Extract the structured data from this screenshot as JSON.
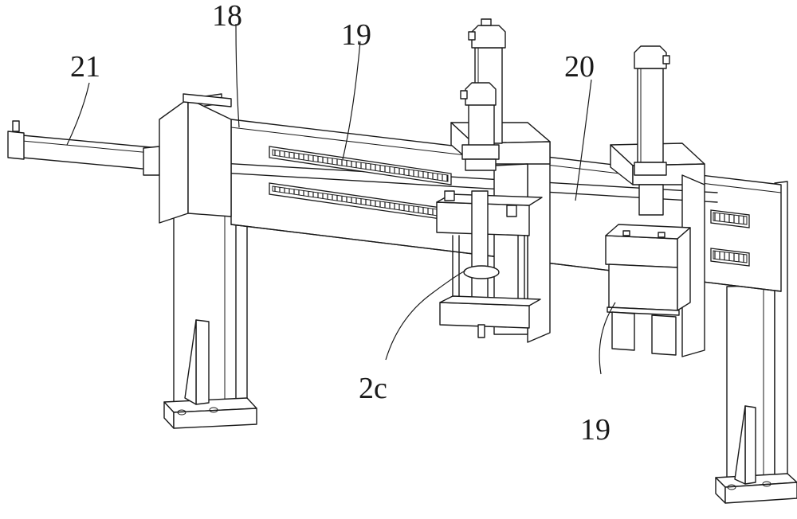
{
  "figure": {
    "labels": {
      "l21": "21",
      "l18": "18",
      "l19_top": "19",
      "l20": "20",
      "l2c": "2c",
      "l19_bottom": "19"
    }
  }
}
